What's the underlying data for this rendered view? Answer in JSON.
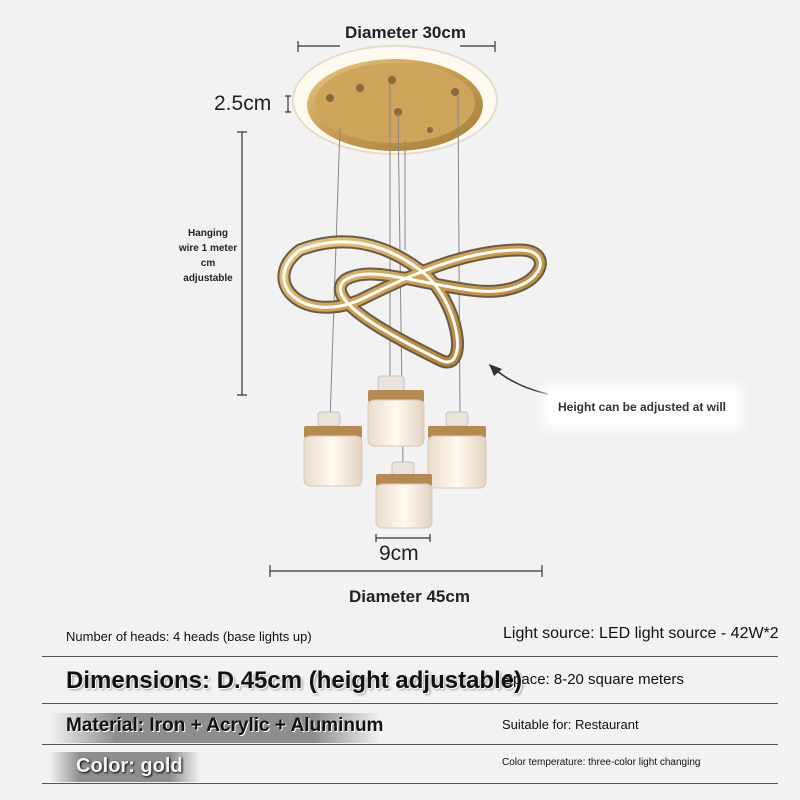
{
  "dimensions": {
    "top_diameter": "Diameter 30cm",
    "base_thickness": "2.5cm",
    "hanging_wire": "Hanging wire 1 meter cm adjustable",
    "shade_width": "9cm",
    "overall_diameter": "Diameter 45cm"
  },
  "callout": "Height can be adjusted at will",
  "specs": {
    "heads": "Number of heads: 4 heads (base lights up)",
    "light_source": "Light source: LED light source - 42W*2",
    "dimensions": "Dimensions: D.45cm (height adjustable)",
    "space": "Space: 8-20 square meters",
    "material": "Material: Iron + Acrylic + Aluminum",
    "suitable": "Suitable for: Restaurant",
    "color": "Color: gold",
    "color_temperature": "Color temperature: three-color light changing"
  },
  "colors": {
    "gold": "#c9a25a",
    "background": "#f2f2f2"
  }
}
